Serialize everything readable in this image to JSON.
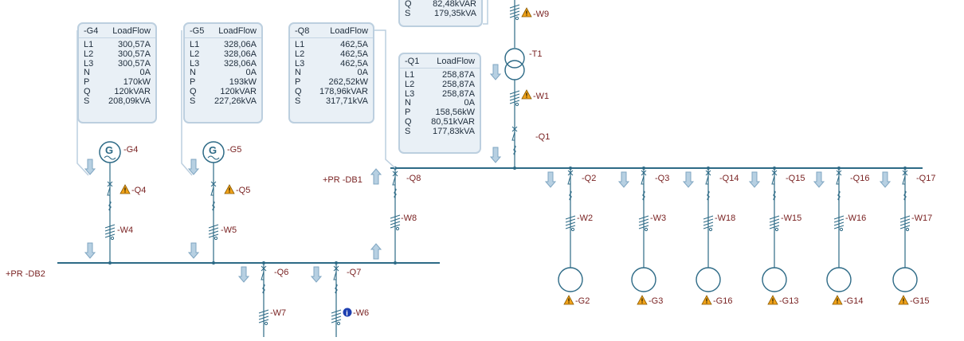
{
  "loadflow_boxes": [
    {
      "id": "G4",
      "header": "-G4",
      "title": "LoadFlow",
      "rows": [
        [
          "L1",
          "300,57A"
        ],
        [
          "L2",
          "300,57A"
        ],
        [
          "L3",
          "300,57A"
        ],
        [
          "N",
          "0A"
        ],
        [
          "P",
          "170kW"
        ],
        [
          "Q",
          "120kVAR"
        ],
        [
          "S",
          "208,09kVA"
        ]
      ]
    },
    {
      "id": "G5",
      "header": "-G5",
      "title": "LoadFlow",
      "rows": [
        [
          "L1",
          "328,06A"
        ],
        [
          "L2",
          "328,06A"
        ],
        [
          "L3",
          "328,06A"
        ],
        [
          "N",
          "0A"
        ],
        [
          "P",
          "193kW"
        ],
        [
          "Q",
          "120kVAR"
        ],
        [
          "S",
          "227,26kVA"
        ]
      ]
    },
    {
      "id": "Q8",
      "header": "-Q8",
      "title": "LoadFlow",
      "rows": [
        [
          "L1",
          "462,5A"
        ],
        [
          "L2",
          "462,5A"
        ],
        [
          "L3",
          "462,5A"
        ],
        [
          "N",
          "0A"
        ],
        [
          "P",
          "262,52kW"
        ],
        [
          "Q",
          "178,96kVAR"
        ],
        [
          "S",
          "317,71kVA"
        ]
      ]
    },
    {
      "id": "Q1",
      "header": "-Q1",
      "title": "LoadFlow",
      "rows": [
        [
          "L1",
          "258,87A"
        ],
        [
          "L2",
          "258,87A"
        ],
        [
          "L3",
          "258,87A"
        ],
        [
          "N",
          "0A"
        ],
        [
          "P",
          "158,56kW"
        ],
        [
          "Q",
          "80,51kVAR"
        ],
        [
          "S",
          "177,83kVA"
        ]
      ]
    },
    {
      "id": "top",
      "header": "",
      "title": "",
      "rows": [
        [
          "Q",
          "82,48kVAR"
        ],
        [
          "S",
          "179,35kVA"
        ]
      ]
    }
  ],
  "buses": {
    "db1": "+PR -DB1",
    "db2": "+PR -DB2"
  },
  "labels": {
    "g4": "-G4",
    "g5": "-G5",
    "q4": "-Q4",
    "q5": "-Q5",
    "w4": "-W4",
    "w5": "-W5",
    "q6": "-Q6",
    "q7": "-Q7",
    "w7": "-W7",
    "w6": "-W6",
    "q8": "-Q8",
    "w8": "-W8",
    "w9": "-W9",
    "t1": "-T1",
    "w1": "-W1",
    "q1": "-Q1",
    "q2": "-Q2",
    "q3": "-Q3",
    "q14": "-Q14",
    "q15": "-Q15",
    "q16": "-Q16",
    "q17": "-Q17",
    "w2": "-W2",
    "w3": "-W3",
    "w18": "-W18",
    "w15": "-W15",
    "w16": "-W16",
    "w17": "-W17",
    "g2": "-G2",
    "g3": "-G3",
    "g16": "-G16",
    "g13": "-G13",
    "g14": "-G14",
    "g15": "-G15"
  },
  "generator_symbol": "G",
  "info_symbol": "i",
  "colors": {
    "line": "#2d6a86",
    "arrow": "#b7d0e2",
    "arrow_stroke": "#7fa6c2",
    "warning": "#f0a21a",
    "info": "#1d3fb0",
    "label": "#7a2323",
    "box_bg": "#e9f0f6"
  }
}
